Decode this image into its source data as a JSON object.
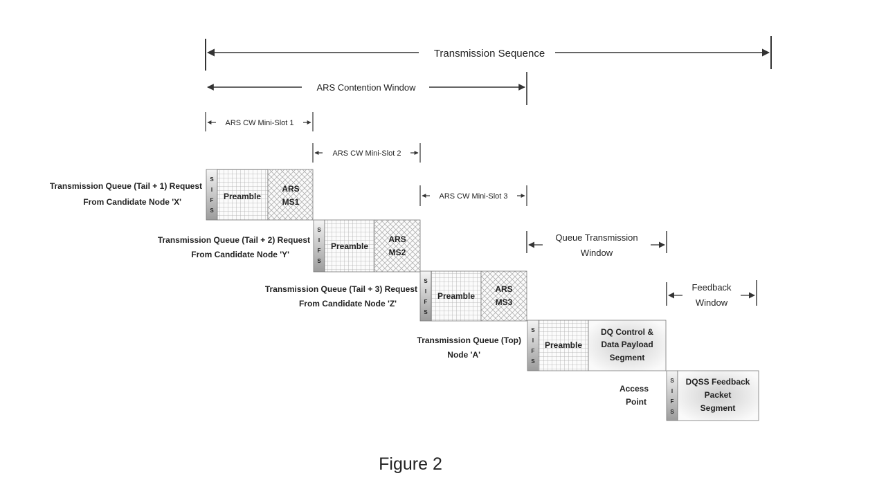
{
  "spans": {
    "transmission_sequence": "Transmission Sequence",
    "ars_contention_window": "ARS Contention Window",
    "mini_slot_1": "ARS CW Mini-Slot 1",
    "mini_slot_2": "ARS CW Mini-Slot 2",
    "mini_slot_3": "ARS CW Mini-Slot 3",
    "queue_transmission_window": [
      "Queue Transmission",
      "Window"
    ],
    "feedback_window": [
      "Feedback",
      "Window"
    ]
  },
  "rows": [
    {
      "label": [
        "Transmission Queue (Tail + 1) Request",
        "From Candidate Node 'X'"
      ],
      "preamble": "Preamble",
      "segment": [
        "ARS",
        "MS1"
      ]
    },
    {
      "label": [
        "Transmission Queue (Tail + 2) Request",
        "From Candidate Node 'Y'"
      ],
      "preamble": "Preamble",
      "segment": [
        "ARS",
        "MS2"
      ]
    },
    {
      "label": [
        "Transmission Queue (Tail + 3) Request",
        "From Candidate Node 'Z'"
      ],
      "preamble": "Preamble",
      "segment": [
        "ARS",
        "MS3"
      ]
    },
    {
      "label": [
        "Transmission Queue (Top)",
        "Node 'A'"
      ],
      "preamble": "Preamble",
      "segment": [
        "DQ Control &",
        "Data Payload",
        "Segment"
      ]
    },
    {
      "label": [
        "Access",
        "Point"
      ],
      "segment": [
        "DQSS Feedback",
        "Packet",
        "Segment"
      ]
    }
  ],
  "sifs_letters": [
    "S",
    "I",
    "F",
    "S"
  ],
  "caption": "Figure 2"
}
